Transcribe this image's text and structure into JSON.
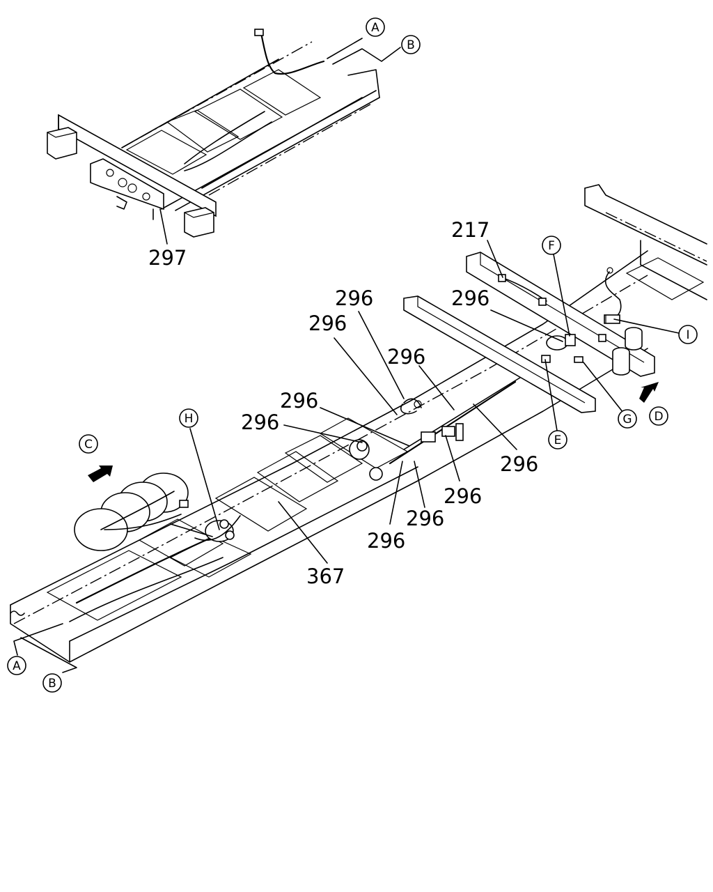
{
  "part_numbers": {
    "p297": "297",
    "p217": "217",
    "p296_a": "296",
    "p296_b": "296",
    "p296_c": "296",
    "p296_d": "296",
    "p296_e": "296",
    "p296_f": "296",
    "p296_g": "296",
    "p296_h": "296",
    "p296_i": "296",
    "p296_j": "296",
    "p367": "367"
  },
  "callouts": {
    "a_top": "A",
    "b_top": "B",
    "a_bottom": "A",
    "b_bottom": "B",
    "c": "C",
    "d": "D",
    "e": "E",
    "f": "F",
    "g": "G",
    "h": "H",
    "i": "I"
  }
}
